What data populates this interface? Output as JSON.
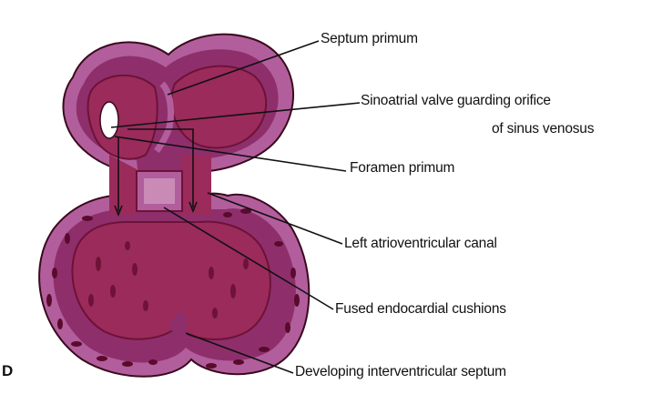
{
  "labels": {
    "septum_primum": "Septum primum",
    "sinoatrial_valve_line1": "Sinoatrial valve guarding orifice",
    "sinoatrial_valve_line2": "of sinus venosus",
    "foramen_primum": "Foramen primum",
    "left_av_canal": "Left atrioventricular canal",
    "fused_cushions": "Fused endocardial cushions",
    "interventricular_septum": "Developing interventricular septum"
  },
  "panel_letter": "D",
  "colors": {
    "outer_tissue": "#b25e9c",
    "mid_tissue": "#8e2f6c",
    "lumen": "#9a2b5b",
    "lumen_dark": "#6e1238",
    "cell_nucleus": "#5a0a2c",
    "outline": "#3a0a1e",
    "line": "#111111"
  }
}
